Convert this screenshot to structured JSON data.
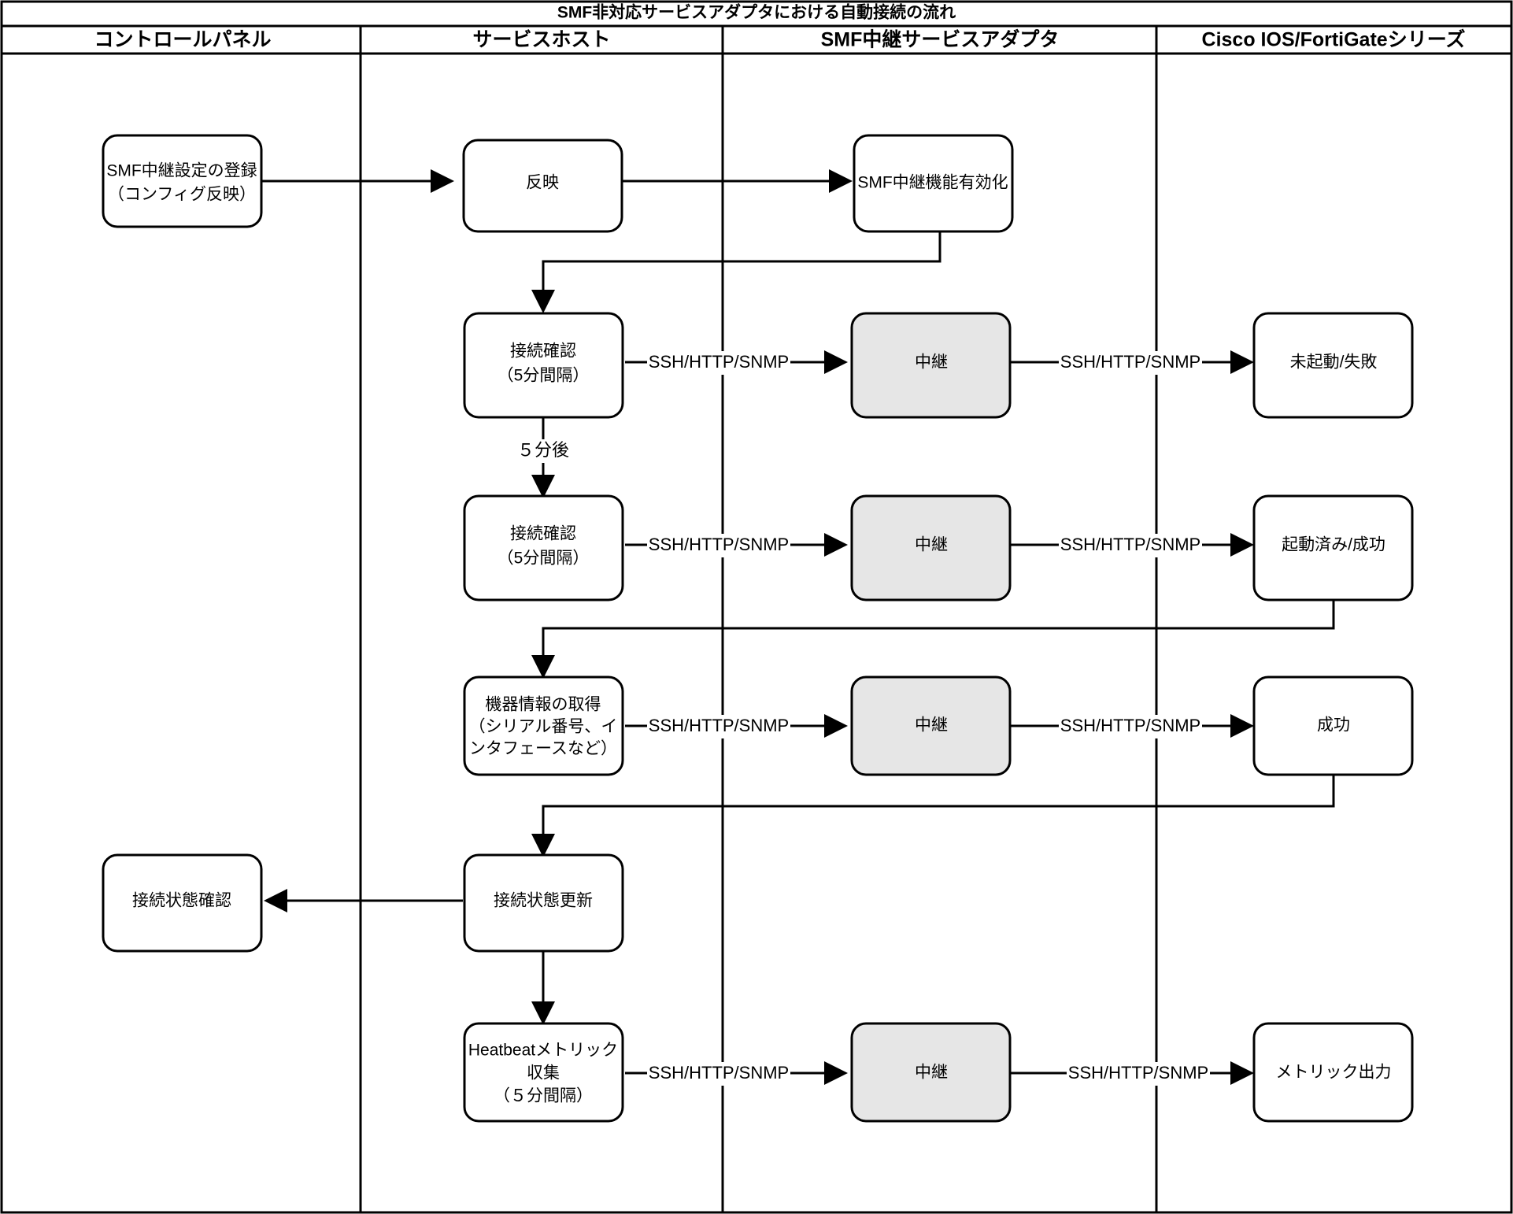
{
  "diagram": {
    "title": "SMF非対応サービスアダプタにおける自動接続の流れ",
    "type": "swimlane-flowchart",
    "colors": {
      "stroke": "#000000",
      "node_fill": "#ffffff",
      "relay_node_fill": "#e6e6e6",
      "background": "#ffffff"
    },
    "lanes": [
      {
        "id": "control-panel",
        "label": "コントロールパネル"
      },
      {
        "id": "service-host",
        "label": "サービスホスト"
      },
      {
        "id": "smf-relay",
        "label": "SMF中継サービスアダプタ"
      },
      {
        "id": "device",
        "label": "Cisco IOS/FortiGateシリーズ"
      }
    ],
    "nodes": [
      {
        "id": "n-register",
        "lane": "control-panel",
        "shaded": false,
        "lines": [
          "SMF中継設定の登録",
          "（コンフィグ反映）"
        ]
      },
      {
        "id": "n-apply",
        "lane": "service-host",
        "shaded": false,
        "lines": [
          "反映"
        ]
      },
      {
        "id": "n-enable",
        "lane": "smf-relay",
        "shaded": false,
        "lines": [
          "SMF中継機能有効化"
        ]
      },
      {
        "id": "n-check1",
        "lane": "service-host",
        "shaded": false,
        "lines": [
          "接続確認",
          "（5分間隔）"
        ]
      },
      {
        "id": "n-relay1",
        "lane": "smf-relay",
        "shaded": true,
        "lines": [
          "中継"
        ]
      },
      {
        "id": "n-fail",
        "lane": "device",
        "shaded": false,
        "lines": [
          "未起動/失敗"
        ]
      },
      {
        "id": "n-check2",
        "lane": "service-host",
        "shaded": false,
        "lines": [
          "接続確認",
          "（5分間隔）"
        ]
      },
      {
        "id": "n-relay2",
        "lane": "smf-relay",
        "shaded": true,
        "lines": [
          "中継"
        ]
      },
      {
        "id": "n-success-boot",
        "lane": "device",
        "shaded": false,
        "lines": [
          "起動済み/成功"
        ]
      },
      {
        "id": "n-devinfo",
        "lane": "service-host",
        "shaded": false,
        "lines": [
          "機器情報の取得",
          "（シリアル番号、イ",
          "ンタフェースなど）"
        ]
      },
      {
        "id": "n-relay3",
        "lane": "smf-relay",
        "shaded": true,
        "lines": [
          "中継"
        ]
      },
      {
        "id": "n-success",
        "lane": "device",
        "shaded": false,
        "lines": [
          "成功"
        ]
      },
      {
        "id": "n-statuscheck",
        "lane": "control-panel",
        "shaded": false,
        "lines": [
          "接続状態確認"
        ]
      },
      {
        "id": "n-statusupdate",
        "lane": "service-host",
        "shaded": false,
        "lines": [
          "接続状態更新"
        ]
      },
      {
        "id": "n-heartbeat",
        "lane": "service-host",
        "shaded": false,
        "lines": [
          "Heatbeatメトリック",
          "収集",
          "（５分間隔）"
        ]
      },
      {
        "id": "n-relay4",
        "lane": "smf-relay",
        "shaded": true,
        "lines": [
          "中継"
        ]
      },
      {
        "id": "n-metric",
        "lane": "device",
        "shaded": false,
        "lines": [
          "メトリック出力"
        ]
      }
    ],
    "edges": [
      {
        "id": "e-register-apply",
        "from": "n-register",
        "to": "n-apply",
        "label": ""
      },
      {
        "id": "e-apply-enable",
        "from": "n-apply",
        "to": "n-enable",
        "label": ""
      },
      {
        "id": "e-enable-check1",
        "from": "n-enable",
        "to": "n-check1",
        "label": ""
      },
      {
        "id": "e-check1-relay1",
        "from": "n-check1",
        "to": "n-relay1",
        "label": "SSH/HTTP/SNMP"
      },
      {
        "id": "e-relay1-fail",
        "from": "n-relay1",
        "to": "n-fail",
        "label": "SSH/HTTP/SNMP"
      },
      {
        "id": "e-check1-check2",
        "from": "n-check1",
        "to": "n-check2",
        "label": "５分後"
      },
      {
        "id": "e-check2-relay2",
        "from": "n-check2",
        "to": "n-relay2",
        "label": "SSH/HTTP/SNMP"
      },
      {
        "id": "e-relay2-success",
        "from": "n-relay2",
        "to": "n-success-boot",
        "label": "SSH/HTTP/SNMP"
      },
      {
        "id": "e-success-devinfo",
        "from": "n-success-boot",
        "to": "n-devinfo",
        "label": ""
      },
      {
        "id": "e-devinfo-relay3",
        "from": "n-devinfo",
        "to": "n-relay3",
        "label": "SSH/HTTP/SNMP"
      },
      {
        "id": "e-relay3-success",
        "from": "n-relay3",
        "to": "n-success",
        "label": "SSH/HTTP/SNMP"
      },
      {
        "id": "e-success-update",
        "from": "n-success",
        "to": "n-statusupdate",
        "label": ""
      },
      {
        "id": "e-update-check",
        "from": "n-statusupdate",
        "to": "n-statuscheck",
        "label": ""
      },
      {
        "id": "e-update-heartbeat",
        "from": "n-statusupdate",
        "to": "n-heartbeat",
        "label": ""
      },
      {
        "id": "e-heartbeat-relay4",
        "from": "n-heartbeat",
        "to": "n-relay4",
        "label": "SSH/HTTP/SNMP"
      },
      {
        "id": "e-relay4-metric",
        "from": "n-relay4",
        "to": "n-metric",
        "label": "SSH/HTTP/SNMP"
      }
    ]
  }
}
